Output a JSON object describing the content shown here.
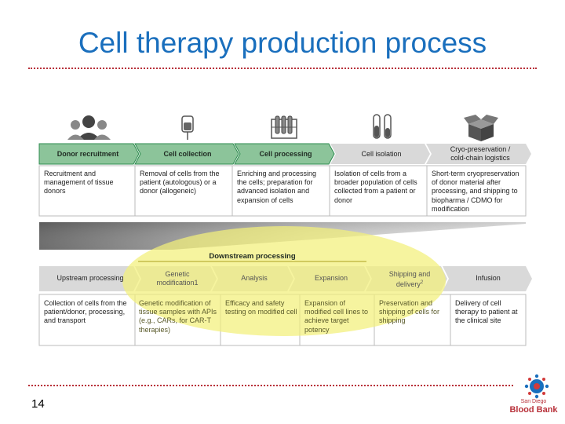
{
  "slide": {
    "title": "Cell therapy production process",
    "page_number": "14"
  },
  "top_row": {
    "steps": [
      {
        "label": "Donor recruitment",
        "icon": "people-icon",
        "highlighted": true
      },
      {
        "label": "Cell collection",
        "icon": "blood-bag-icon",
        "highlighted": true
      },
      {
        "label": "Cell processing",
        "icon": "test-tubes-rack-icon",
        "highlighted": true
      },
      {
        "label": "Cell isolation",
        "icon": "vials-icon",
        "highlighted": false
      },
      {
        "label": "Cryo-preservation /\ncold-chain logistics",
        "icon": "open-box-icon",
        "highlighted": false
      }
    ],
    "descriptions": [
      "Recruitment and management of tissue donors",
      "Removal of cells from the patient (autologous) or a donor (allogeneic)",
      "Enriching and processing the cells; preparation for advanced isolation and expansion of cells",
      "Isolation of cells from a broader population of cells collected from a patient or donor",
      "Short-term cryopreservation of donor material after processing, and shipping to biopharma / CDMO for modification"
    ]
  },
  "bottom_row": {
    "group_label": "Downstream processing",
    "steps": [
      {
        "label": "Upstream processing"
      },
      {
        "label": "Genetic\nmodification1"
      },
      {
        "label": "Analysis"
      },
      {
        "label": "Expansion"
      },
      {
        "label": "Shipping and\ndelivery",
        "superscript": "2"
      },
      {
        "label": "Infusion"
      }
    ],
    "descriptions": [
      "Collection of cells from the patient/donor, processing, and transport",
      "Genetic modification of tissue samples with APIs (e.g., CARs, for CAR-T therapies)",
      "Efficacy and safety testing on modified cell",
      "Expansion of modified cell lines to achieve target potency",
      "Preservation and shipping of cells for shipping",
      "Delivery of cell therapy to patient at the clinical site"
    ]
  },
  "logo": {
    "line1": "San Diego",
    "line2": "Blood Bank"
  },
  "colors": {
    "title": "#1a6fbd",
    "chevron_green": "#8cc49a",
    "chevron_green_border": "#2e8b4f",
    "chevron_grey": "#d9d9d9",
    "highlight_yellow": "#f3f07a",
    "dotted_rule": "#b8313a",
    "downstream_bar": "#7a6a1a"
  }
}
